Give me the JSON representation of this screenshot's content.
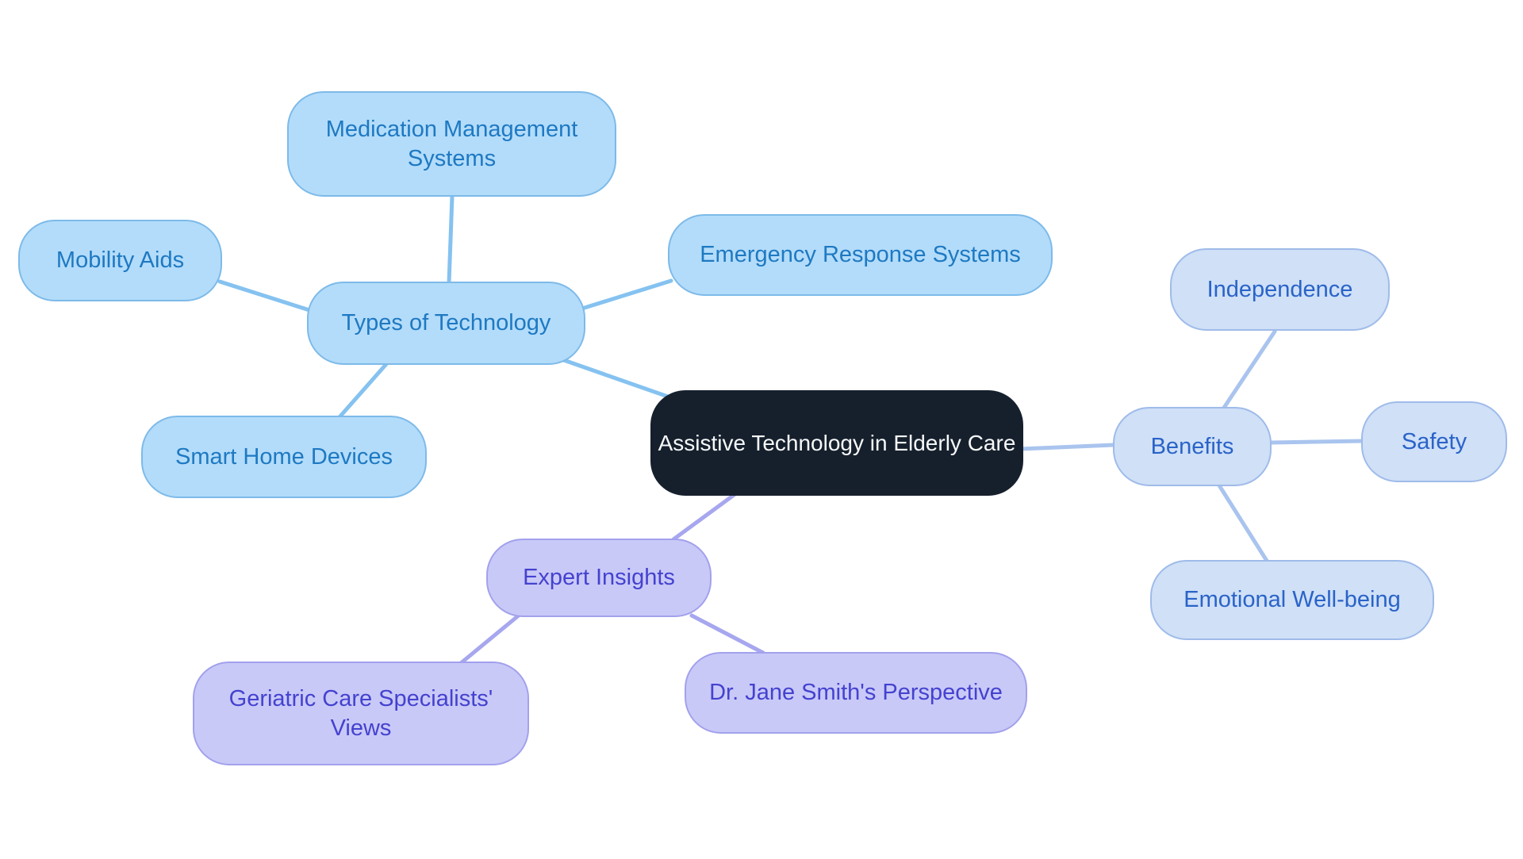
{
  "palette": {
    "canvas-bg": "#ffffff",
    "center-fill": "#16202d",
    "center-text": "#f7f9f9",
    "blue-fill": "#b3dcfa",
    "blue-border": "#7dbae9",
    "blue-text": "#1e79c2",
    "blue-edge": "#85c2f0",
    "peri-fill": "#cfe0f7",
    "peri-border": "#9fbbe9",
    "peri-text": "#2a63c8",
    "peri-edge": "#a9c4ee",
    "purple-fill": "#c9c9f8",
    "purple-border": "#a2a1ec",
    "purple-text": "#4442cf",
    "purple-edge": "#a7a7ef"
  },
  "nodes": {
    "central": {
      "label": "Assistive Technology in Elderly Care"
    },
    "types_of_technology": {
      "label": "Types of Technology"
    },
    "medication_management_systems": {
      "label": "Medication Management Systems"
    },
    "mobility_aids": {
      "label": "Mobility Aids"
    },
    "emergency_response_systems": {
      "label": "Emergency Response Systems"
    },
    "smart_home_devices": {
      "label": "Smart Home Devices"
    },
    "benefits": {
      "label": "Benefits"
    },
    "independence": {
      "label": "Independence"
    },
    "safety": {
      "label": "Safety"
    },
    "emotional_well_being": {
      "label": "Emotional Well-being"
    },
    "expert_insights": {
      "label": "Expert Insights"
    },
    "geriatric_care_specialists_views": {
      "label": "Geriatric Care Specialists' Views"
    },
    "dr_jane_smiths_perspective": {
      "label": "Dr. Jane Smith's Perspective"
    }
  },
  "edges": [
    {
      "from": "central",
      "to": "types_of_technology",
      "group": "blue"
    },
    {
      "from": "types_of_technology",
      "to": "medication_management_systems",
      "group": "blue"
    },
    {
      "from": "types_of_technology",
      "to": "mobility_aids",
      "group": "blue"
    },
    {
      "from": "types_of_technology",
      "to": "emergency_response_systems",
      "group": "blue"
    },
    {
      "from": "types_of_technology",
      "to": "smart_home_devices",
      "group": "blue"
    },
    {
      "from": "central",
      "to": "benefits",
      "group": "periwinkle"
    },
    {
      "from": "benefits",
      "to": "independence",
      "group": "periwinkle"
    },
    {
      "from": "benefits",
      "to": "safety",
      "group": "periwinkle"
    },
    {
      "from": "benefits",
      "to": "emotional_well_being",
      "group": "periwinkle"
    },
    {
      "from": "central",
      "to": "expert_insights",
      "group": "purple"
    },
    {
      "from": "expert_insights",
      "to": "geriatric_care_specialists_views",
      "group": "purple"
    },
    {
      "from": "expert_insights",
      "to": "dr_jane_smiths_perspective",
      "group": "purple"
    }
  ]
}
